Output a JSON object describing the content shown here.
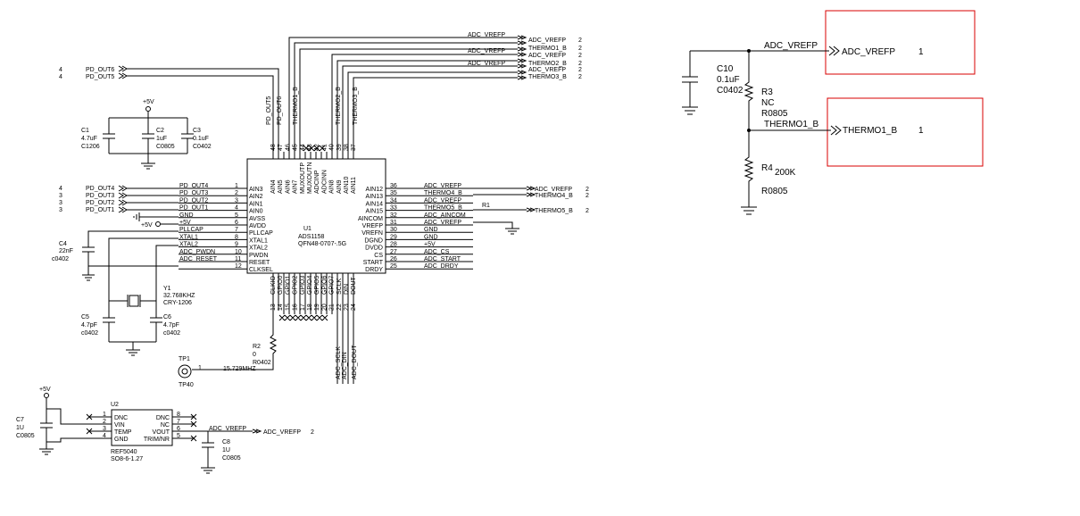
{
  "top_nets": [
    "ADC_VREFP",
    "ADC_VREFP",
    "ADC_VREFP",
    "THERMO1_B",
    "ADC_VREFP",
    "THERMO2_B",
    "ADC_VREFP",
    "THERMO3_B"
  ],
  "top_ports": [
    "ADC_VREFP",
    "THERMO1_B",
    "ADC_VREFP",
    "THERMO2_B",
    "ADC_VREFP",
    "THERMO3_B"
  ],
  "top_port_sheet": "2",
  "pd_top": [
    {
      "sheet": "4",
      "net": "PD_OUT6"
    },
    {
      "sheet": "4",
      "net": "PD_OUT5"
    }
  ],
  "pd_left": [
    {
      "sheet": "4",
      "net": "PD_OUT4"
    },
    {
      "sheet": "3",
      "net": "PD_OUT3"
    },
    {
      "sheet": "3",
      "net": "PD_OUT2"
    },
    {
      "sheet": "3",
      "net": "PD_OUT1"
    }
  ],
  "u1": {
    "ref": "U1",
    "part": "ADS1158",
    "footprint": "QFN48-0707-.5G",
    "top_pins": [
      {
        "num": "48",
        "name": "AIN4"
      },
      {
        "num": "47",
        "name": "AIN5"
      },
      {
        "num": "46",
        "name": "AIN6"
      },
      {
        "num": "45",
        "name": "AIN7"
      },
      {
        "num": "44",
        "name": "MUXOUTP"
      },
      {
        "num": "43",
        "name": "MUXOUTN"
      },
      {
        "num": "42",
        "name": "ADCINP"
      },
      {
        "num": "41",
        "name": "ADCINN"
      },
      {
        "num": "40",
        "name": "AIN8"
      },
      {
        "num": "39",
        "name": "AIN9"
      },
      {
        "num": "38",
        "name": "AIN10"
      },
      {
        "num": "37",
        "name": "AIN11"
      }
    ],
    "top_nets": [
      "PD_OUT5",
      "PD_OUT6",
      "THERMO1_B",
      "THERMO2_B",
      "THERMO3_B"
    ],
    "left_pins": [
      {
        "num": "1",
        "name": "AIN3",
        "net": "PD_OUT4"
      },
      {
        "num": "2",
        "name": "AIN2",
        "net": "PD_OUT3"
      },
      {
        "num": "3",
        "name": "AIN1",
        "net": "PD_OUT2"
      },
      {
        "num": "4",
        "name": "AIN0",
        "net": "PD_OUT1"
      },
      {
        "num": "5",
        "name": "AVSS",
        "net": "GND"
      },
      {
        "num": "6",
        "name": "AVDD",
        "net": "+5V"
      },
      {
        "num": "7",
        "name": "PLLCAP",
        "net": "PLLCAP"
      },
      {
        "num": "8",
        "name": "XTAL1",
        "net": "XTAL1"
      },
      {
        "num": "9",
        "name": "XTAL2",
        "net": "XTAL2"
      },
      {
        "num": "10",
        "name": "PWDN",
        "net": "ADC_PWDN"
      },
      {
        "num": "11",
        "name": "RESET",
        "net": "ADC_RESET"
      },
      {
        "num": "12",
        "name": "CLKSEL",
        "net": ""
      }
    ],
    "right_pins": [
      {
        "num": "36",
        "name": "AIN12",
        "net": "ADC_VREFP"
      },
      {
        "num": "35",
        "name": "AIN13",
        "net": "THERMO4_B"
      },
      {
        "num": "34",
        "name": "AIN14",
        "net": "ADC_VREFP"
      },
      {
        "num": "33",
        "name": "AIN15",
        "net": "THERMO5_B"
      },
      {
        "num": "32",
        "name": "AINCOM",
        "net": "ADC_AINCOM"
      },
      {
        "num": "31",
        "name": "VREFP",
        "net": "ADC_VREFP"
      },
      {
        "num": "30",
        "name": "VREFN",
        "net": "GND"
      },
      {
        "num": "29",
        "name": "DGND",
        "net": "GND"
      },
      {
        "num": "28",
        "name": "DVDD",
        "net": "+5V"
      },
      {
        "num": "27",
        "name": "CS",
        "net": "ADC_CS"
      },
      {
        "num": "26",
        "name": "START",
        "net": "ADC_START"
      },
      {
        "num": "25",
        "name": "DRDY",
        "net": "ADC_DRDY"
      }
    ],
    "bottom_pins": [
      {
        "num": "13",
        "name": "CLKIO"
      },
      {
        "num": "14",
        "name": "GPIO0"
      },
      {
        "num": "15",
        "name": "GPIO1"
      },
      {
        "num": "16",
        "name": "GPIO2"
      },
      {
        "num": "17",
        "name": "GPIO3"
      },
      {
        "num": "18",
        "name": "GPIO4"
      },
      {
        "num": "19",
        "name": "GPIO5"
      },
      {
        "num": "20",
        "name": "GPIO6"
      },
      {
        "num": "21",
        "name": "GPIO7"
      },
      {
        "num": "22",
        "name": "SCLK"
      },
      {
        "num": "23",
        "name": "DIN"
      },
      {
        "num": "24",
        "name": "DOUT"
      }
    ],
    "bottom_nets": [
      "ADC_SCLK",
      "ADC_DIN",
      "ADC_DOUT"
    ]
  },
  "right_ports": [
    {
      "net": "ADC_VREFP",
      "sheet": "2"
    },
    {
      "net": "THERMO4_B",
      "sheet": "2"
    },
    {
      "net": "THERMO5_B",
      "sheet": "2"
    }
  ],
  "r1": {
    "ref": "R1"
  },
  "power": {
    "plus5v": "+5V",
    "gnd": "GND"
  },
  "caps": {
    "c1": {
      "ref": "C1",
      "value": "4.7uF",
      "package": "C1206"
    },
    "c2": {
      "ref": "C2",
      "value": "1uF",
      "package": "C0805"
    },
    "c3": {
      "ref": "C3",
      "value": "0.1uF",
      "package": "C0402"
    },
    "c4": {
      "ref": "C4",
      "value": "22nF",
      "package": "c0402"
    },
    "c5": {
      "ref": "C5",
      "value": "4.7pF",
      "package": "c0402"
    },
    "c6": {
      "ref": "C6",
      "value": "4.7pF",
      "package": "c0402"
    },
    "c7": {
      "ref": "C7",
      "value": "1U",
      "package": "C0805"
    },
    "c8": {
      "ref": "C8",
      "value": "1U",
      "package": "C0805"
    }
  },
  "y1": {
    "ref": "Y1",
    "value": "32.768KHZ",
    "package": "CRY-1206"
  },
  "r2": {
    "ref": "R2",
    "value": "0",
    "package": "R0402"
  },
  "tp1": {
    "ref": "TP1",
    "package": "TP40",
    "pin": "1",
    "net": "15.729MHZ"
  },
  "u2": {
    "ref": "U2",
    "part": "REF5040",
    "package": "SO8-6-1.27",
    "left_pins": [
      {
        "num": "1",
        "name": "DNC"
      },
      {
        "num": "2",
        "name": "VIN"
      },
      {
        "num": "3",
        "name": "TEMP"
      },
      {
        "num": "4",
        "name": "GND"
      }
    ],
    "right_pins": [
      {
        "num": "8",
        "name": "DNC"
      },
      {
        "num": "7",
        "name": "NC"
      },
      {
        "num": "6",
        "name": "VOUT"
      },
      {
        "num": "5",
        "name": "TRIM/NR"
      }
    ],
    "vout_net": "ADC_VREFP",
    "vout_port": "ADC_VREFP",
    "vout_sheet": "2"
  },
  "right_panel": {
    "net_top": "ADC_VREFP",
    "port_top": "ADC_VREFP",
    "port_top_sheet": "1",
    "c10": {
      "ref": "C10",
      "value": "0.1uF",
      "package": "C0402"
    },
    "r3": {
      "ref": "R3",
      "value": "NC",
      "package": "R0805"
    },
    "net_mid": "THERMO1_B",
    "port_mid": "THERMO1_B",
    "port_mid_sheet": "1",
    "r4": {
      "ref": "R4",
      "value": "200K",
      "package": "R0805"
    },
    "highlight_color": "#d80000"
  }
}
